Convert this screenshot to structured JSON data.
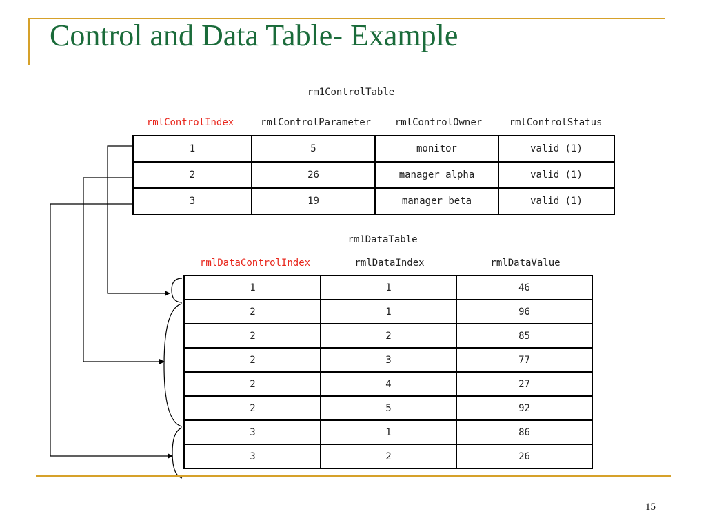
{
  "slide": {
    "title": "Control and Data Table- Example",
    "page_number": "15"
  },
  "control_table": {
    "name": "rm1ControlTable",
    "headers": [
      "rmlControlIndex",
      "rmlControlParameter",
      "rmlControlOwner",
      "rmlControlStatus"
    ],
    "rows": [
      [
        "1",
        "5",
        "monitor",
        "valid (1)"
      ],
      [
        "2",
        "26",
        "manager alpha",
        "valid (1)"
      ],
      [
        "3",
        "19",
        "manager beta",
        "valid (1)"
      ]
    ]
  },
  "data_table": {
    "name": "rm1DataTable",
    "headers": [
      "rmlDataControlIndex",
      "rmlDataIndex",
      "rmlDataValue"
    ],
    "rows": [
      [
        "1",
        "1",
        "46"
      ],
      [
        "2",
        "1",
        "96"
      ],
      [
        "2",
        "2",
        "85"
      ],
      [
        "2",
        "3",
        "77"
      ],
      [
        "2",
        "4",
        "27"
      ],
      [
        "2",
        "5",
        "92"
      ],
      [
        "3",
        "1",
        "86"
      ],
      [
        "3",
        "2",
        "26"
      ]
    ]
  },
  "colors": {
    "title": "#1a6b3a",
    "rule": "#d6a12a",
    "index_header": "#e8261c"
  }
}
